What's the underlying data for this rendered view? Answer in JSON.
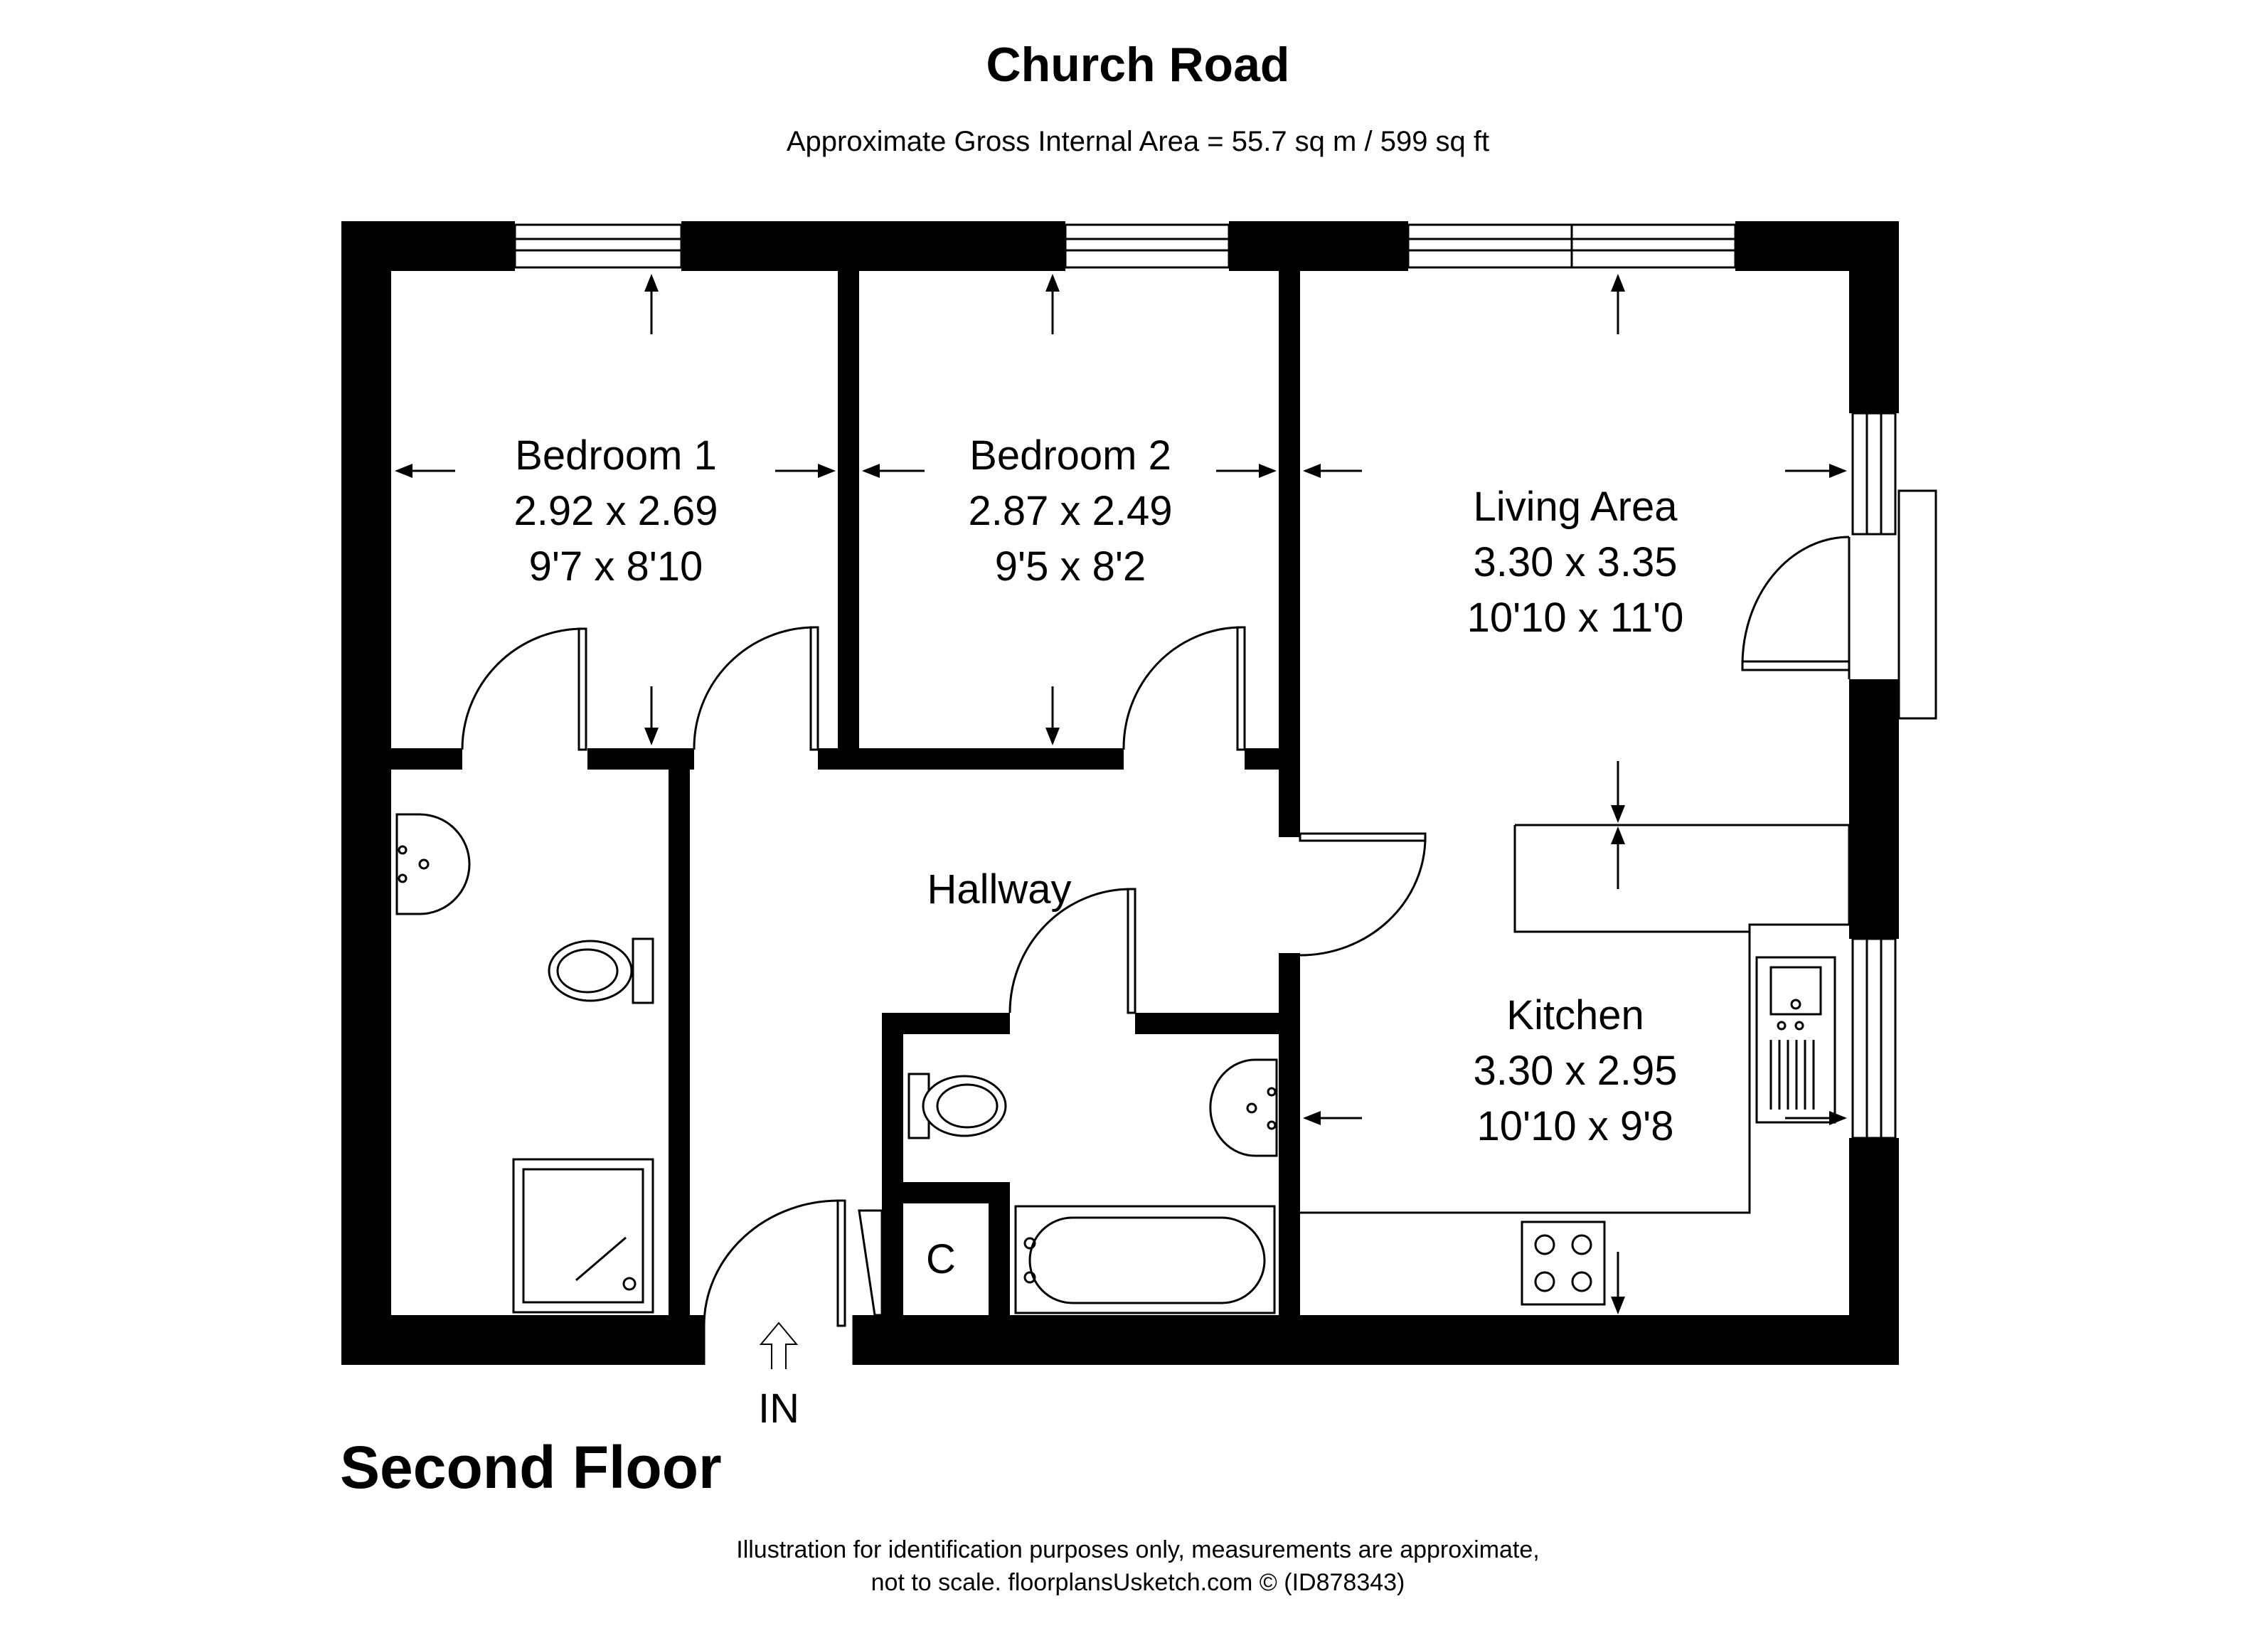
{
  "header": {
    "title": "Church Road",
    "area": "Approximate Gross Internal Area = 55.7 sq m / 599 sq ft"
  },
  "rooms": {
    "bedroom1": {
      "name": "Bedroom 1",
      "metric": "2.92 x 2.69",
      "imperial": "9'7 x 8'10"
    },
    "bedroom2": {
      "name": "Bedroom 2",
      "metric": "2.87 x 2.49",
      "imperial": "9'5 x 8'2"
    },
    "living": {
      "name": "Living Area",
      "metric": "3.30 x 3.35",
      "imperial": "10'10 x 11'0"
    },
    "kitchen": {
      "name": "Kitchen",
      "metric": "3.30 x 2.95",
      "imperial": "10'10 x 9'8"
    },
    "hallway": {
      "name": "Hallway"
    },
    "cupboard": {
      "name": "C"
    }
  },
  "entrance": {
    "label": "IN"
  },
  "floor_label": "Second Floor",
  "footer": {
    "line1": "Illustration for identification purposes only, measurements are approximate,",
    "line2": "not to scale. floorplansUsketch.com © (ID878343)"
  },
  "colors": {
    "walls": "#000000",
    "background": "#ffffff"
  }
}
